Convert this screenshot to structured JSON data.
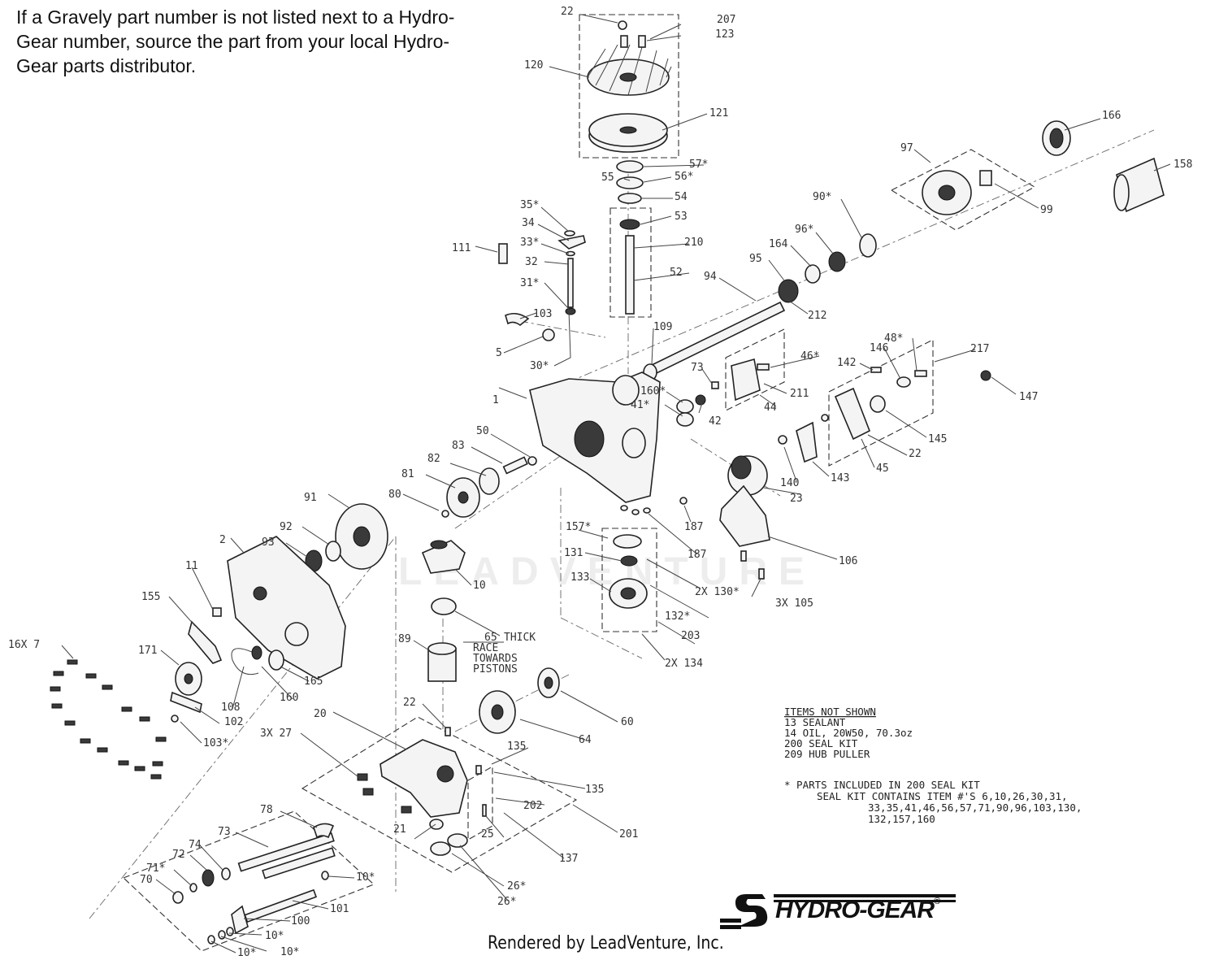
{
  "note": "If a Gravely part number is not listed next to a Hydro-Gear number, source the part from your local Hydro-Gear parts distributor.",
  "footer": "Rendered by LeadVenture, Inc.",
  "watermark": "LEADVENTURE",
  "brand": {
    "name": "HYDRO-GEAR",
    "reg": "®",
    "color": "#111111"
  },
  "items_not_shown": {
    "title": "ITEMS NOT SHOWN",
    "lines": [
      "13  SEALANT",
      "14  OIL, 20W50, 70.3oz",
      "200 SEAL KIT",
      "209 HUB PULLER"
    ],
    "footnote_1": "*    PARTS INCLUDED IN 200 SEAL KIT",
    "footnote_2": "SEAL KIT CONTAINS ITEM #'S 6,10,26,30,31,",
    "footnote_3": "33,35,41,46,56,57,71,90,96,103,130,",
    "footnote_4": "132,157,160"
  },
  "callouts": {
    "c22top": "22",
    "c207": "207",
    "c123": "123",
    "c120": "120",
    "c121": "121",
    "c57": "57*",
    "c55": "55",
    "c56": "56*",
    "c54": "54",
    "c53": "53",
    "c210": "210",
    "c52": "52",
    "c35": "35*",
    "c34": "34",
    "c33": "33*",
    "c32": "32",
    "c31": "31*",
    "c111": "111",
    "c103top": "103",
    "c5": "5",
    "c30": "30*",
    "c109": "109",
    "c94": "94",
    "c212": "212",
    "c95": "95",
    "c164": "164",
    "c96": "96*",
    "c90": "90*",
    "c97": "97",
    "c99": "99",
    "c166": "166",
    "c158": "158",
    "c73top": "73",
    "c160a": "160*",
    "c41": "41*",
    "c42": "42",
    "c46": "46*",
    "c211": "211",
    "c44": "44",
    "c142": "142",
    "c146": "146",
    "c48": "48*",
    "c217": "217",
    "c147": "147",
    "c145": "145",
    "c22b": "22",
    "c45": "45",
    "c143": "143",
    "c140": "140",
    "c23": "23",
    "c106": "106",
    "c187a": "187",
    "c187b": "187",
    "c157": "157*",
    "c131": "131",
    "c133": "133",
    "c2x130": "2X 130*",
    "c132": "132*",
    "c3x105": "3X 105",
    "c203": "203",
    "c2x134": "2X 134",
    "c1": "1",
    "c50": "50",
    "c83": "83",
    "c82": "82",
    "c81": "81",
    "c80": "80",
    "c91": "91",
    "c92": "92",
    "c93": "93",
    "c2": "2",
    "c10": "10",
    "c11": "11",
    "c155": "155",
    "c16x7": "16X 7",
    "c171": "171",
    "c108": "108",
    "c160b": "160",
    "c165": "165",
    "c102": "102",
    "c103b": "103*",
    "c65": "65",
    "c65note": "THICK\nRACE\nTOWARDS\nPISTONS",
    "c89": "89",
    "c60": "60",
    "c64": "64",
    "c22c": "22",
    "c20": "20",
    "c3x27": "3X 27",
    "c135a": "135",
    "c135b": "135",
    "c202": "202",
    "c201": "201",
    "c21": "21",
    "c25": "25",
    "c137": "137",
    "c26a": "26*",
    "c26b": "26*",
    "c73": "73",
    "c74": "74",
    "c72": "72",
    "c71": "71*",
    "c70": "70",
    "c78": "78",
    "c10a": "10*",
    "c101": "101",
    "c100": "100",
    "c10b": "10*",
    "c10c": "10*",
    "c10d": "10*"
  }
}
